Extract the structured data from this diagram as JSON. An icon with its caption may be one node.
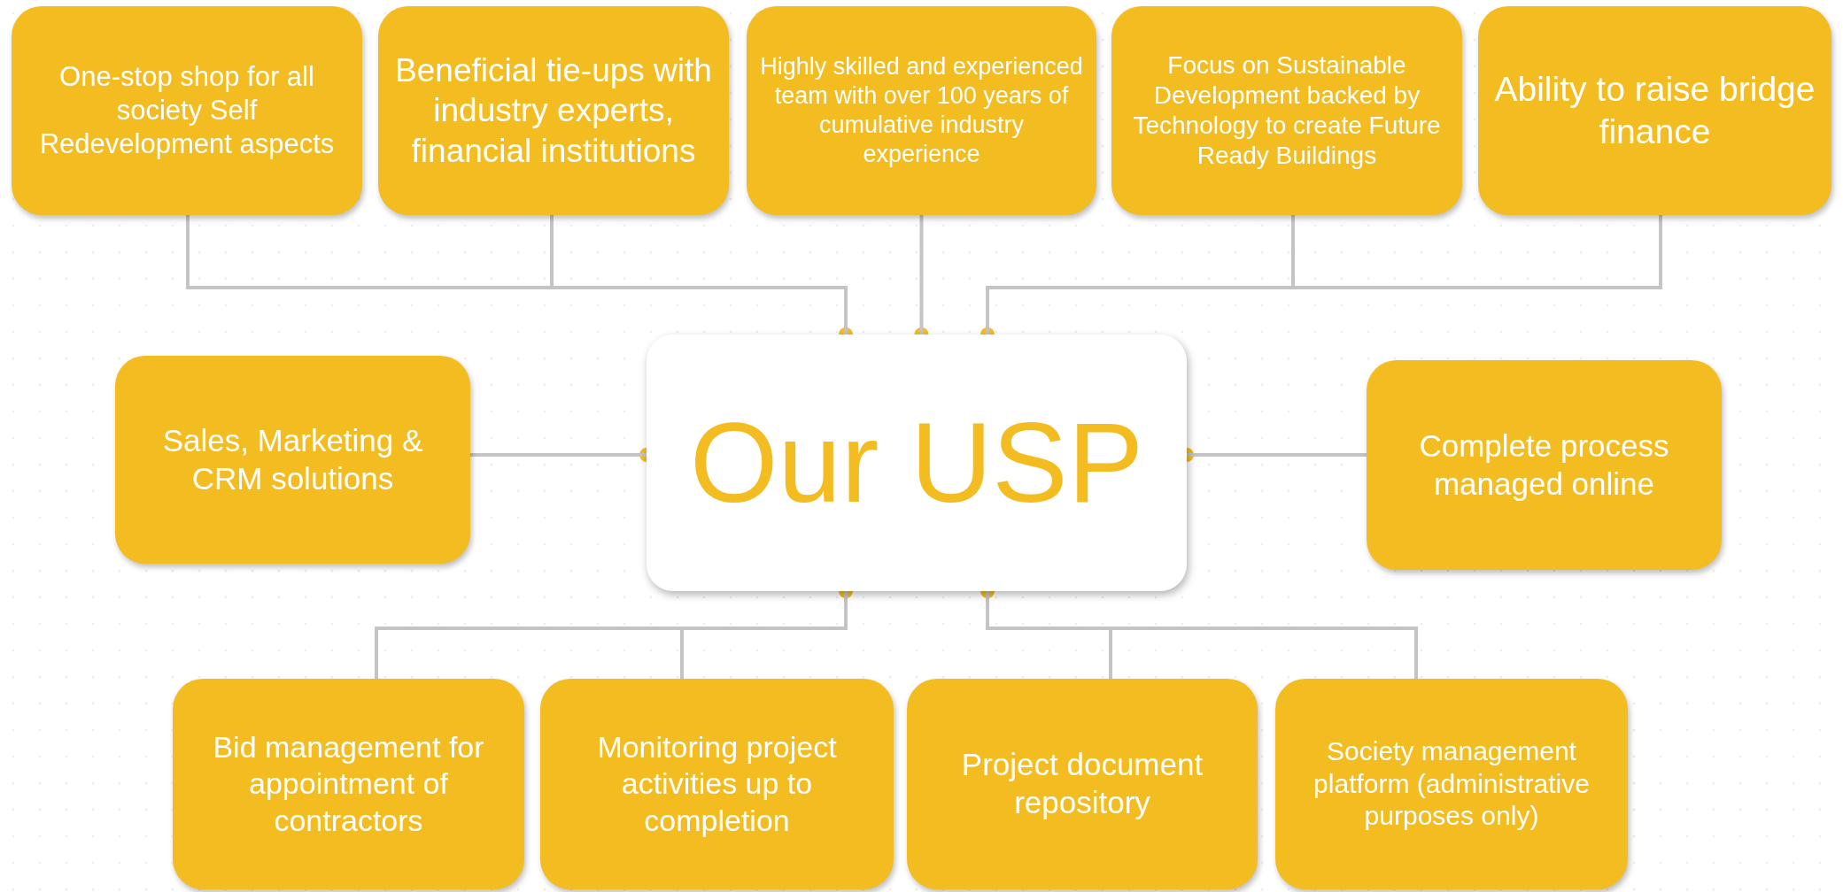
{
  "diagram": {
    "nodes": [
      {
        "text": [
          "One-stop shop for all society Self Redevelopment aspects"
        ]
      },
      {
        "text": [
          "Beneficial tie-ups with industry experts, financial institutions"
        ]
      },
      {
        "text": [
          "Highly skilled and experienced team with over 100 years of cumulative industry experience"
        ]
      },
      {
        "text": [
          "Focus on Sustainable Development backed by Technology to create Future Ready Buildings"
        ]
      },
      {
        "text": [
          "Ability to raise bridge finance"
        ]
      },
      {
        "text": [
          "Sales, Marketing & CRM solutions"
        ]
      },
      {
        "text": [
          "Our USP"
        ]
      },
      {
        "text": [
          "Complete process managed online"
        ]
      },
      {
        "text": [
          "Bid management for appointment of contractors"
        ]
      },
      {
        "text": [
          "Monitoring project activities up to completion"
        ]
      },
      {
        "text": [
          "Project document repository"
        ]
      },
      {
        "text": [
          "Society management platform (administrative purposes only)"
        ]
      }
    ],
    "edges": [
      {
        "from": 0,
        "to": 6,
        "arrow": "none"
      },
      {
        "from": 1,
        "to": 6,
        "arrow": "none"
      },
      {
        "from": 2,
        "to": 6,
        "arrow": "none"
      },
      {
        "from": 3,
        "to": 6,
        "arrow": "none"
      },
      {
        "from": 4,
        "to": 6,
        "arrow": "none"
      },
      {
        "from": 5,
        "to": 6,
        "arrow": "none"
      },
      {
        "from": 7,
        "to": 6,
        "arrow": "none"
      },
      {
        "from": 8,
        "to": 6,
        "arrow": "none"
      },
      {
        "from": 9,
        "to": 6,
        "arrow": "none"
      },
      {
        "from": 10,
        "to": 6,
        "arrow": "none"
      },
      {
        "from": 11,
        "to": 6,
        "arrow": "none"
      }
    ]
  }
}
